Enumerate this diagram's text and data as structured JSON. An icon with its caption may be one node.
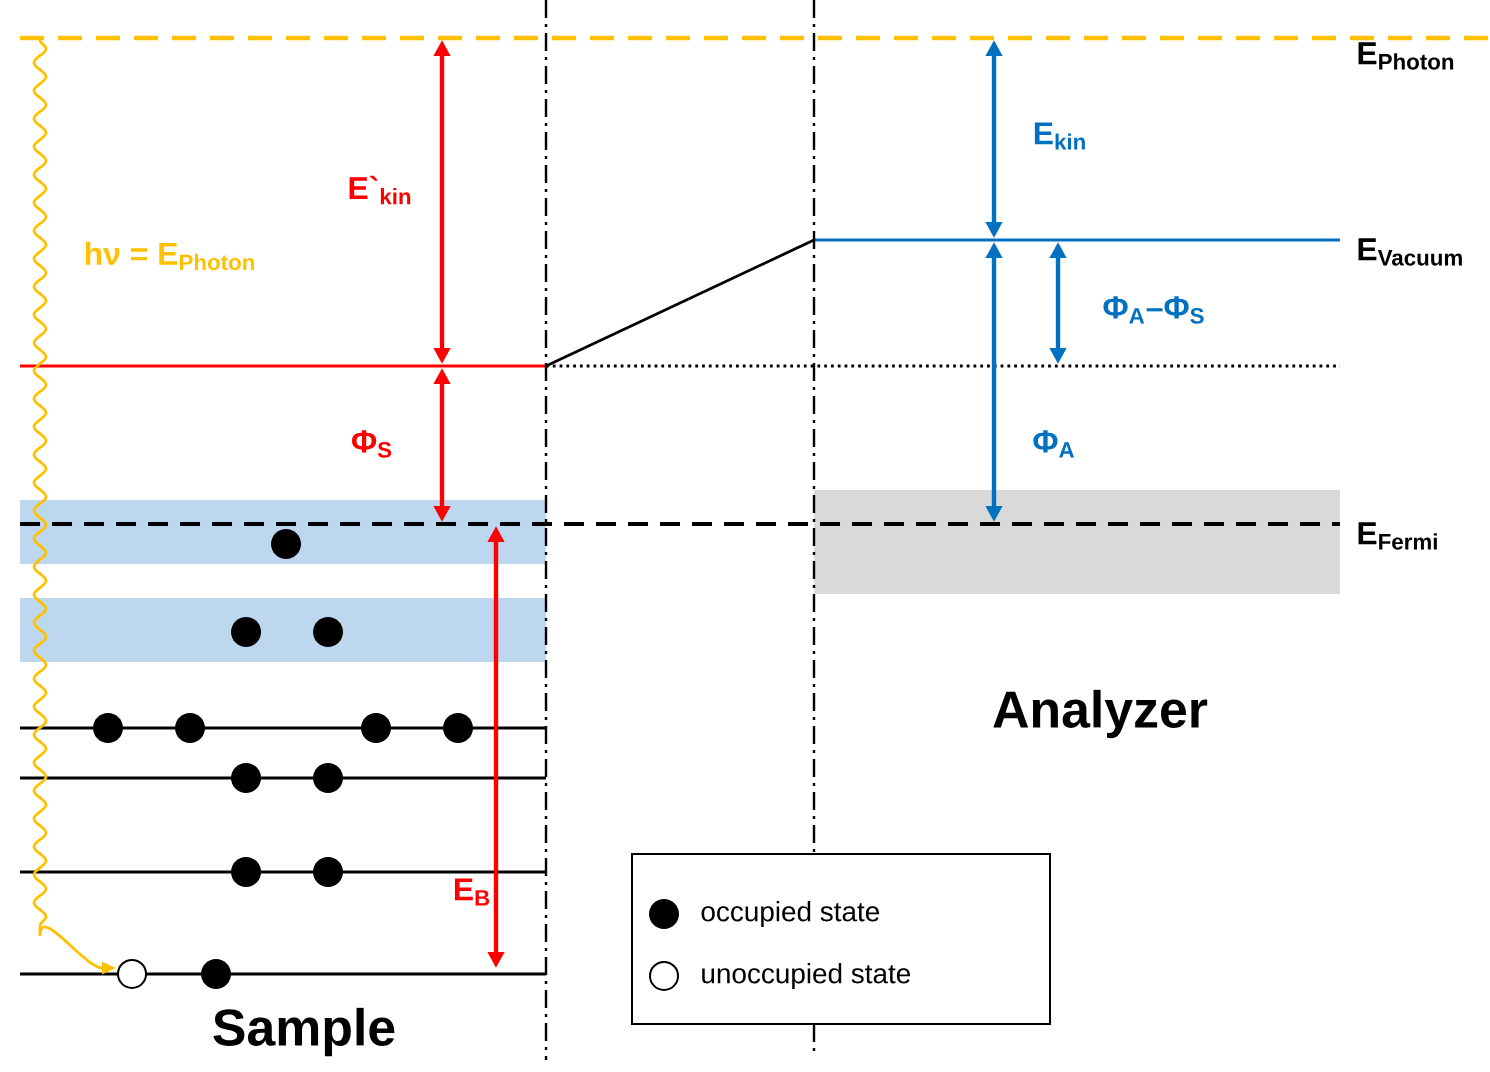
{
  "diagram": {
    "labels": [
      "E$_{Photon}$",
      "E$_{kin}$",
      "E`$_{kin}$",
      "E$_{Vacuum}$",
      "hν = E$_{Photon}$",
      "Φ$_{A}$–Φ$_{S}$",
      "Φ$_{S}$",
      "Φ$_{A}$",
      "E$_{Fermi}$",
      "Analyzer",
      "E$_{B}$",
      "Sample"
    ],
    "legend": [
      {
        "text": "occupied state"
      },
      {
        "text": "unoccupied state"
      }
    ]
  }
}
